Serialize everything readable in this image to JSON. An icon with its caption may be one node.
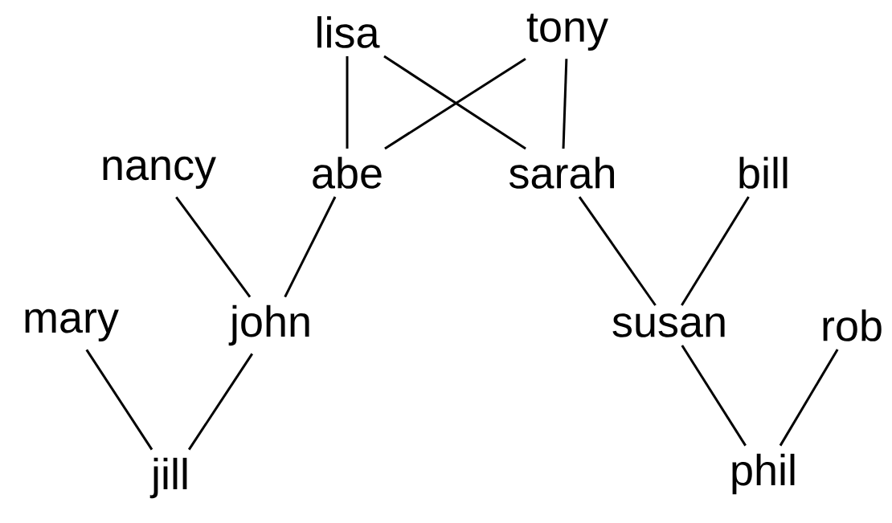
{
  "diagram": {
    "nodes": [
      {
        "text": [
          "lisa"
        ]
      },
      {
        "text": [
          "tony"
        ]
      },
      {
        "text": [
          "nancy"
        ]
      },
      {
        "text": [
          "abe"
        ]
      },
      {
        "text": [
          "sarah"
        ]
      },
      {
        "text": [
          "bill"
        ]
      },
      {
        "text": [
          "mary"
        ]
      },
      {
        "text": [
          "john"
        ]
      },
      {
        "text": [
          "susan"
        ]
      },
      {
        "text": [
          "rob"
        ]
      },
      {
        "text": [
          "jill"
        ]
      },
      {
        "text": [
          "phil"
        ]
      }
    ],
    "edges": [
      {
        "from": 0,
        "to": 3,
        "arrow": "none"
      },
      {
        "from": 0,
        "to": 4,
        "arrow": "none"
      },
      {
        "from": 1,
        "to": 3,
        "arrow": "none"
      },
      {
        "from": 1,
        "to": 4,
        "arrow": "none"
      },
      {
        "from": 2,
        "to": 7,
        "arrow": "none"
      },
      {
        "from": 3,
        "to": 7,
        "arrow": "none"
      },
      {
        "from": 4,
        "to": 8,
        "arrow": "none"
      },
      {
        "from": 5,
        "to": 8,
        "arrow": "none"
      },
      {
        "from": 6,
        "to": 10,
        "arrow": "none"
      },
      {
        "from": 7,
        "to": 10,
        "arrow": "none"
      },
      {
        "from": 8,
        "to": 11,
        "arrow": "none"
      },
      {
        "from": 9,
        "to": 11,
        "arrow": "none"
      }
    ]
  }
}
